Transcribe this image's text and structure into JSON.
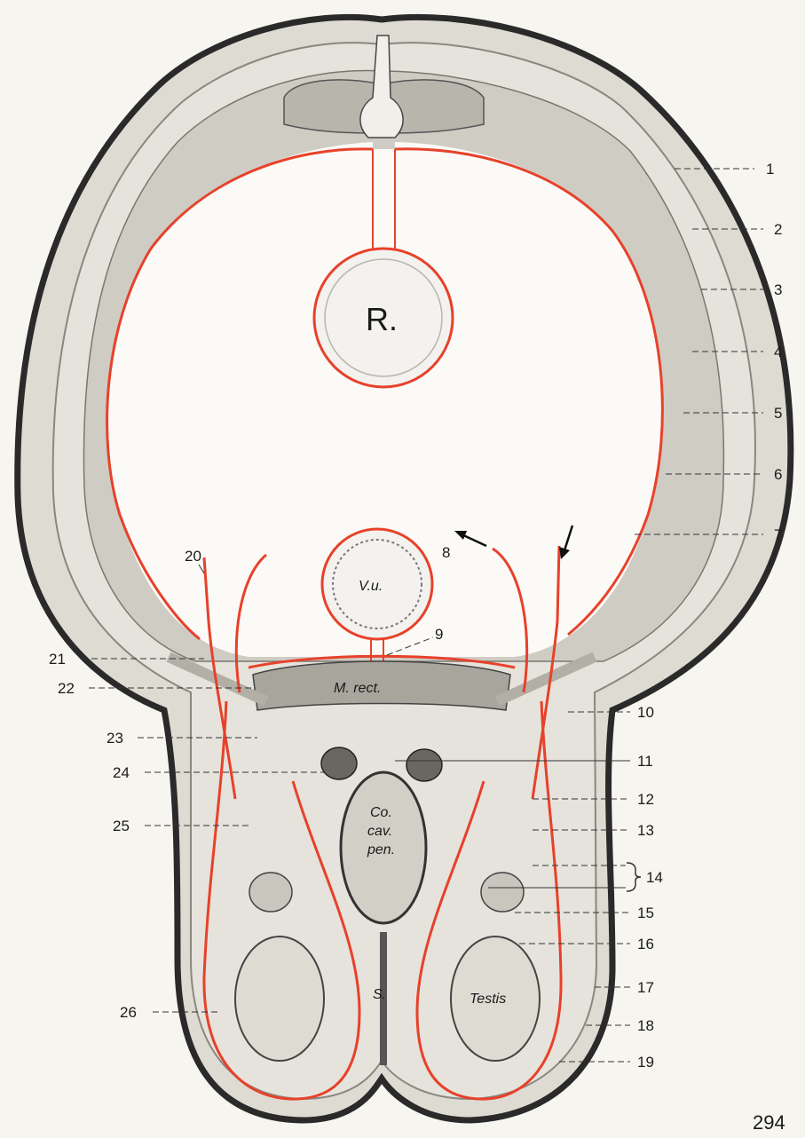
{
  "labels": {
    "n1": "1",
    "n2": "2",
    "n3": "3",
    "n4": "4",
    "n5": "5",
    "n6": "6",
    "n7": "7",
    "n8": "8",
    "n9": "9",
    "n10": "10",
    "n11": "11",
    "n12": "12",
    "n13": "13",
    "n14": "14",
    "n15": "15",
    "n16": "16",
    "n17": "17",
    "n18": "18",
    "n19": "19",
    "n20": "20",
    "n21": "21",
    "n22": "22",
    "n23": "23",
    "n24": "24",
    "n25": "25",
    "n26": "26"
  },
  "structures": {
    "rectum": "R.",
    "vesica": "V.u.",
    "muscle": "M. rect.",
    "corpus_1": "Co.",
    "corpus_2": "cav.",
    "corpus_3": "pen.",
    "septum": "S.",
    "testis": "Testis"
  },
  "page_number": "294",
  "colors": {
    "serosa": "#e8412a",
    "skin": "#2a2a2a",
    "tissue": "#d9d7d0",
    "muscle": "#bdbab2"
  }
}
